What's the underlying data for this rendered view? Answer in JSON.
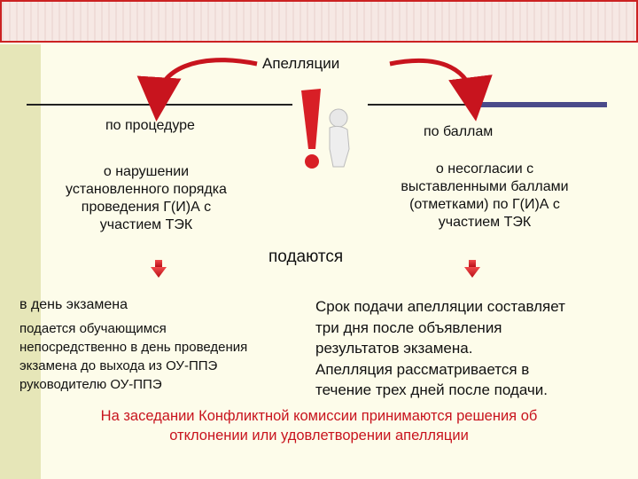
{
  "title": "Апелляции",
  "branches": {
    "left": {
      "label": "по процедуре",
      "description": [
        "о нарушении",
        "установленного порядка",
        "проведения Г(И)А с",
        "участием ТЭК"
      ]
    },
    "right": {
      "label": "по баллам",
      "description": [
        "о несогласии с",
        "выставленными баллами",
        "(отметками) по Г(И)А с",
        "участием ТЭК"
      ]
    }
  },
  "center_label": "подаются",
  "left_details": {
    "heading": "в день экзамена",
    "lines": [
      "подается обучающимся",
      "непосредственно в день проведения",
      "экзамена до выхода из ОУ-ППЭ",
      "руководителю ОУ-ППЭ"
    ]
  },
  "right_details": {
    "lines": [
      "Срок подачи апелляции составляет",
      "три дня после объявления",
      "результатов экзамена.",
      "Апелляция рассматривается в",
      "течение трех дней после подачи."
    ]
  },
  "footer": [
    "На заседании Конфликтной комиссии принимаются решения об",
    "отклонении или удовлетворении апелляции"
  ],
  "colors": {
    "accent": "#c8141e",
    "background": "#fdfcea",
    "sidebar": "#e6e6b8",
    "right_line": "#4a4a8a"
  }
}
